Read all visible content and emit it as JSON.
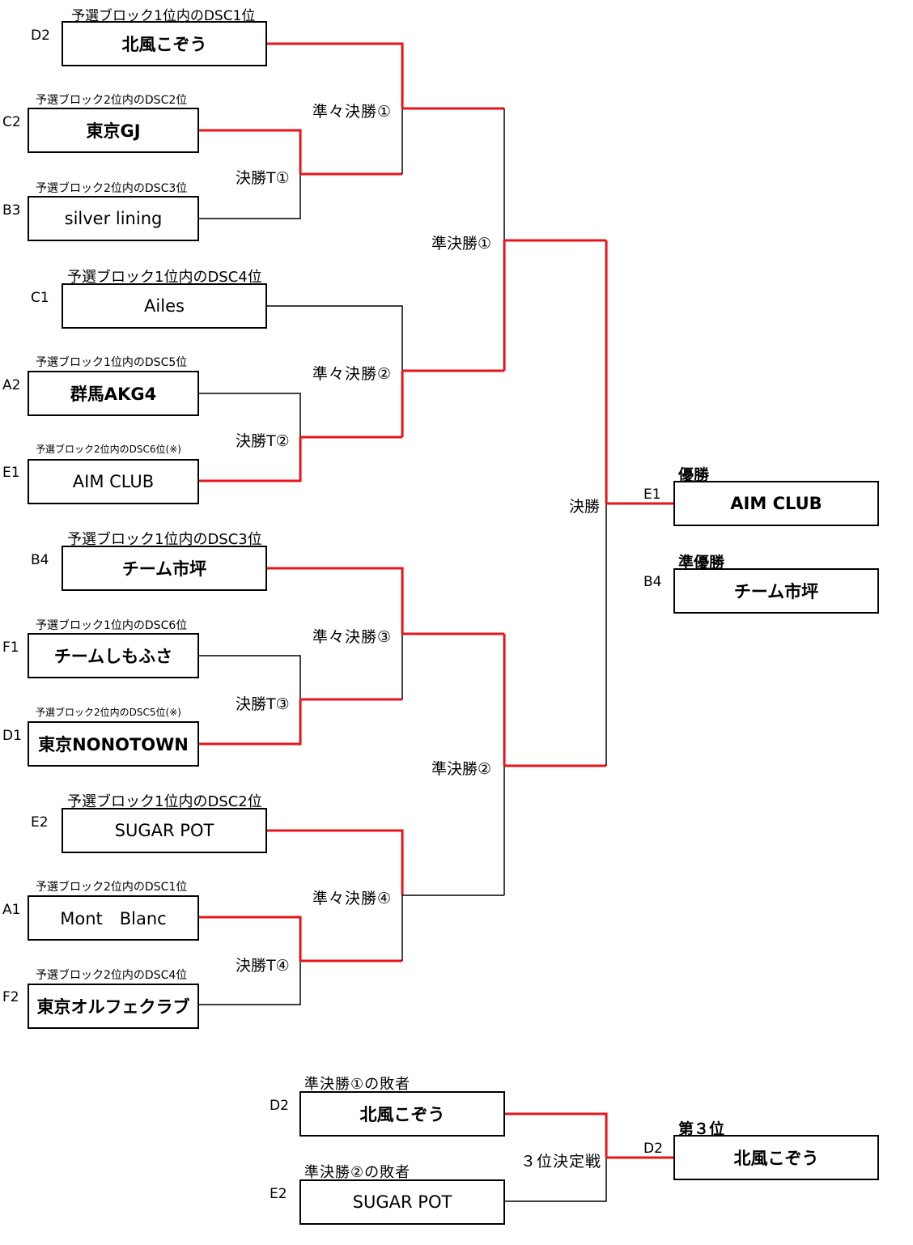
{
  "colors": {
    "winner_line": "#e8141b",
    "line": "#000000"
  },
  "entries": [
    {
      "seed": "D2",
      "slot": "予選ブロック1位内のDSC1位",
      "team": "北風こぞう"
    },
    {
      "seed": "C2",
      "slot": "予選ブロック2位内のDSC2位",
      "team": "東京GJ"
    },
    {
      "seed": "B3",
      "slot": "予選ブロック2位内のDSC3位",
      "team": "silver lining"
    },
    {
      "seed": "C1",
      "slot": "予選ブロック1位内のDSC4位",
      "team": "Ailes"
    },
    {
      "seed": "A2",
      "slot": "予選ブロック1位内のDSC5位",
      "team": "群馬AKG4"
    },
    {
      "seed": "E1",
      "slot": "予選ブロック2位内のDSC6位(※)",
      "team": "AIM CLUB"
    },
    {
      "seed": "B4",
      "slot": "予選ブロック1位内のDSC3位",
      "team": "チーム市坪"
    },
    {
      "seed": "F1",
      "slot": "予選ブロック1位内のDSC6位",
      "team": "チームしもふさ"
    },
    {
      "seed": "D1",
      "slot": "予選ブロック2位内のDSC5位(※)",
      "team": "東京NONOTOWN"
    },
    {
      "seed": "E2",
      "slot": "予選ブロック1位内のDSC2位",
      "team": "SUGAR POT"
    },
    {
      "seed": "A1",
      "slot": "予選ブロック2位内のDSC1位",
      "team": "Mont　Blanc"
    },
    {
      "seed": "F2",
      "slot": "予選ブロック2位内のDSC4位",
      "team": "東京オルフェクラブ"
    }
  ],
  "rounds": {
    "r1": [
      "決勝T①",
      "決勝T②",
      "決勝T③",
      "決勝T④"
    ],
    "qf": [
      "準々決勝①",
      "準々決勝②",
      "準々決勝③",
      "準々決勝④"
    ],
    "sf": [
      "準決勝①",
      "準決勝②"
    ],
    "final": "決勝",
    "third_place": "３位決定戦"
  },
  "results": {
    "champion": {
      "title": "優勝",
      "seed": "E1",
      "team": "AIM CLUB"
    },
    "runner_up": {
      "title": "準優勝",
      "seed": "B4",
      "team": "チーム市坪"
    },
    "third": {
      "title": "第３位",
      "seed": "D2",
      "team": "北風こぞう"
    }
  },
  "third_place_match": [
    {
      "slot": "準決勝①の敗者",
      "seed": "D2",
      "team": "北風こぞう"
    },
    {
      "slot": "準決勝②の敗者",
      "seed": "E2",
      "team": "SUGAR POT"
    }
  ]
}
